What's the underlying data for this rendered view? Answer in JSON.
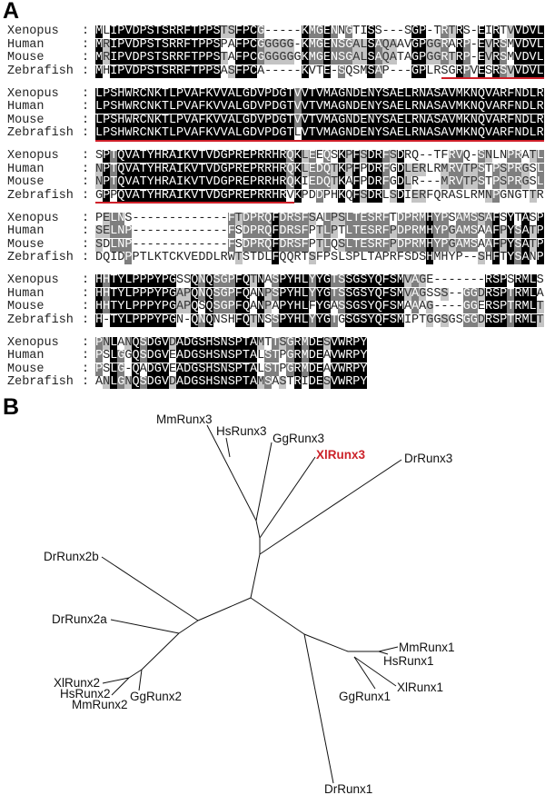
{
  "panels": {
    "a": "A",
    "b": "B"
  },
  "alignment": {
    "species": [
      "Xenopus",
      "Human",
      "Mouse",
      "Zebrafish"
    ],
    "colon": ":",
    "blocks": [
      {
        "rows": [
          "MLIPVDPSTSRRFTPPSTSFPCG-----KMGENNGTISS---SGP-TRTRS-EIRTVVDVL",
          "MRIPVDPSTSRRFTPPSPAFPCGGGGG-KMGENSGALSAQAAVGPGGRARP-EVRSMVDVL",
          "MRIPVDPSTSRRFTPPSTAFPCGGGGGGKMGENSGALSAQATAGPGGRTRP-EVRSMVDVL",
          "MHIPVDPSTSRRFTPPSASFPCA-----KVTE-SQSMSAP---GPLRSGRPVESRSVVDVL"
        ],
        "underline": [
          47,
          61
        ]
      },
      {
        "rows": [
          "LPSHWRCNKTLPVAFKVVALGDVPDGTVVTVMAGNDENYSAELRNASAVMKNQVARFNDLR",
          "LPSHWRCNKTLPVAFKVVALGDVPDGTVVTVMAGNDENYSAELRNASAVMKNQVARFNDLR",
          "LPSHWRCNKTLPVAFKVVALGDVPDGTVVTVMAGNDENYSAELRNASAVMKNQVARFNDLR",
          "LPSHWRCNKTLPVAFKVVALGDVPDGTLVTVMAGNDENYSAELRNASAVMKNQVARFNDLR"
        ],
        "underline": [
          0,
          61
        ]
      },
      {
        "rows": [
          "SPTQVATYHRAIKVTVDGPREPRRHRQKLEEQSKPFSDRFSDRQ--TFRVQ-SNLNPRATL",
          "NPTQVATYHRAIKVTVDGPREPRRHRQKLEDQTKPFPDRFGDLERLRMRVTPSTPSPRGSL",
          "NPTQVATYHRAIKVTVDGPREPRRHRQKIEDQTKAFPDRFGDLR---MRVTPSTPSPRGSL",
          "GPPQVATYHRAIKVTVDGPREPRRHRVKPDDPHKQFSDRLSDIERFQRASLRMNPGNGTTR"
        ],
        "underline": [
          0,
          27
        ]
      },
      {
        "rows": [
          "PELNS-------------FTDPRQFDRSFSALPSLTESRFTDPRMHYPSAMSSAFSYTASP",
          "SELNP-------------FSDPRQFDRSFPTLPTLTESRFPDPRMHYPGAMSAAFPYSATP",
          "SDLNP-------------FSDPRQFDRSFPTLQSLTESRFPDPRMHYPGAMSAAFPYSATP",
          "DQIDPPTLKTCKVEDDLRWTSTDLFQQRTSFPSLSPLTAPRFSDSHMHYP--SHFTYSANP"
        ],
        "underline": null
      },
      {
        "rows": [
          "HHTYLPPPYPGSSQNQSGPFQTNASPYHLYYGTSSGSYQFSMVAGE-------RSPSRMLS",
          "HHTYLPPPYPGAPQNQSGPFQANPSPYHLYYGTSSGSYQFSMVAGSSS--GGDRSPTRMLA",
          "HHTYLPPPYPGAPQSQSGPFQANPAPYHLFYGASSGSYQFSMAAAG----GGERSPTRMLT",
          "H-TYLPPPYPGN-QNQNSHFQTNSSPYHLYYGTGSGSYQFSMIPTGGSGSGGDRSPTRMLT"
        ],
        "underline": null
      },
      {
        "rows": [
          "PNLANQSDGVDADGSHSNSPTAMTTSGRMDESVWRPY",
          "PSLGGQSDGVEADGSHSNSPTALSTPGRMDEAVWRPY",
          "PSLG-QADGVEADGSHSNSPTALSTPGRMDEAVWRPY",
          "ANLGNQSDGVDADGSHSNSPTAMSASTRIDESVWRPY"
        ],
        "underline": null
      }
    ],
    "colors": {
      "identical": "#000000",
      "three": "#7f7f7f",
      "two": "#c4c4c4",
      "underline": "#d0202a"
    }
  },
  "tree": {
    "labels": {
      "MmRunx3": "MmRunx3",
      "HsRunx3": "HsRunx3",
      "GgRunx3": "GgRunx3",
      "XlRunx3": "XlRunx3",
      "DrRunx3": "DrRunx3",
      "DrRunx2b": "DrRunx2b",
      "DrRunx2a": "DrRunx2a",
      "XlRunx2": "XlRunx2",
      "HsRunx2": "HsRunx2",
      "MmRunx2": "MmRunx2",
      "GgRunx2": "GgRunx2",
      "MmRunx1": "MmRunx1",
      "HsRunx1": "HsRunx1",
      "XlRunx1": "XlRunx1",
      "GgRunx1": "GgRunx1",
      "DrRunx1": "DrRunx1"
    },
    "highlight_color": "#cc2229"
  }
}
